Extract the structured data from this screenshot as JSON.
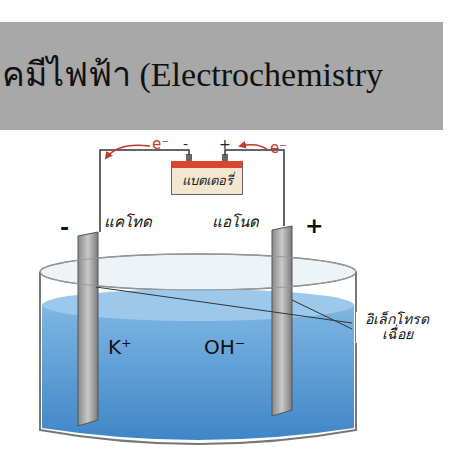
{
  "diagram": {
    "title": "คมีไฟฟ้า (Electrochemistry",
    "nodes": [
      {
        "text": [
          "แบตเตอรี่"
        ]
      }
    ],
    "labels": [
      "-",
      "+",
      "e⁻",
      "e⁻",
      "แคโทด",
      "แอโนด",
      "-",
      "+",
      "K⁺",
      "OH⁻",
      "อิเล็กโทรด เฉื่อย"
    ]
  }
}
